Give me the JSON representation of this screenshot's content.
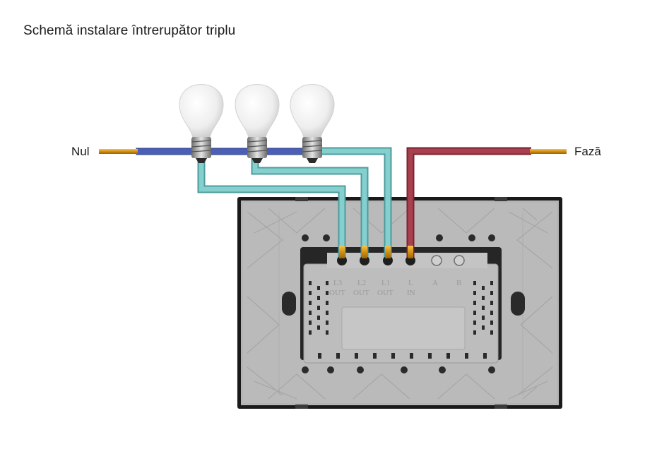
{
  "title": "Schemă instalare întrerupător triplu",
  "labels": {
    "neutral": "Nul",
    "phase": "Fază"
  },
  "terminals": [
    {
      "top": "L3",
      "bottom": "OUT"
    },
    {
      "top": "L2",
      "bottom": "OUT"
    },
    {
      "top": "L1",
      "bottom": "OUT"
    },
    {
      "top": "L",
      "bottom": "IN"
    },
    {
      "top": "A",
      "bottom": ""
    },
    {
      "top": "B",
      "bottom": ""
    }
  ],
  "colors": {
    "neutral_wire": "#4a5fb5",
    "phase_wire": "#a33a48",
    "output_wire": "#7cc7c7",
    "copper": "#e3a21a",
    "plate": "#b8b8b8",
    "frame": "#1a1a1a"
  }
}
